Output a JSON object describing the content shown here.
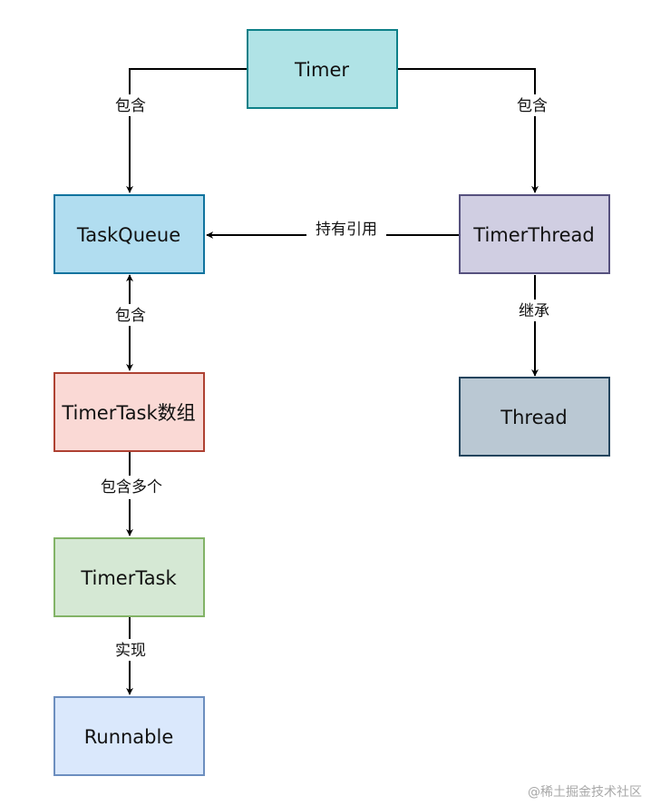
{
  "nodes": {
    "timer": {
      "label": "Timer",
      "fill": "#b0e3e6",
      "stroke": "#0e8088"
    },
    "task_queue": {
      "label": "TaskQueue",
      "fill": "#b1ddf0",
      "stroke": "#10739e"
    },
    "timer_thread": {
      "label": "TimerThread",
      "fill": "#d0cee2",
      "stroke": "#56517e"
    },
    "task_array": {
      "label": "TimerTask数组",
      "fill": "#fad9d5",
      "stroke": "#ae4132"
    },
    "thread": {
      "label": "Thread",
      "fill": "#bac8d3",
      "stroke": "#23445d"
    },
    "timer_task": {
      "label": "TimerTask",
      "fill": "#d5e8d4",
      "stroke": "#82b366"
    },
    "runnable": {
      "label": "Runnable",
      "fill": "#dae8fc",
      "stroke": "#6c8ebf"
    }
  },
  "edges": {
    "timer_to_queue": {
      "label": "包含"
    },
    "timer_to_thread": {
      "label": "包含"
    },
    "thread_holds_queue": {
      "label": "持有引用"
    },
    "queue_contains_array": {
      "label": "包含"
    },
    "thread_extends_thread": {
      "label": "继承"
    },
    "array_contains_tasks": {
      "label": "包含多个"
    },
    "task_implements": {
      "label": "实现"
    }
  },
  "watermark": "@稀土掘金技术社区"
}
